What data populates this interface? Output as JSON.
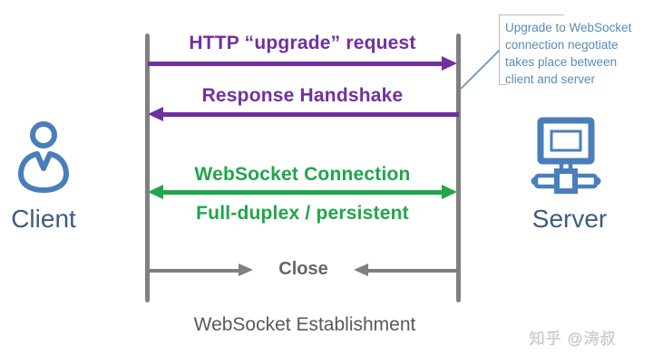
{
  "diagram": {
    "title": "WebSocket Establishment",
    "actors": {
      "client": {
        "label": "Client",
        "icon": "person-icon"
      },
      "server": {
        "label": "Server",
        "icon": "networked-computer-icon"
      }
    },
    "messages": [
      {
        "label": "HTTP “upgrade” request",
        "from": "client",
        "to": "server",
        "direction": "right",
        "color": "#7030a0"
      },
      {
        "label": "Response Handshake",
        "from": "server",
        "to": "client",
        "direction": "left",
        "color": "#7030a0"
      },
      {
        "label": "WebSocket Connection",
        "sublabel": "Full-duplex / persistent",
        "direction": "both",
        "color": "#1fa54c"
      },
      {
        "label": "Close",
        "direction": "converge",
        "color": "#7f7f7f"
      }
    ],
    "callout": {
      "text": "Upgrade to WebSocket connection negotiate takes place between client and server",
      "color": "#5b8ab8"
    },
    "watermark": "知乎 @涛叔"
  },
  "colors": {
    "purple": "#7030a0",
    "green": "#1fa54c",
    "gray_line": "#808080",
    "gray_arrow": "#7f7f7f",
    "caption_gray": "#595959",
    "icon_blue": "#4a7ebb",
    "actor_label_blue": "#3e5c7e",
    "callout_blue": "#5b8ab8",
    "watermark_gray": "#cfcfcf"
  }
}
